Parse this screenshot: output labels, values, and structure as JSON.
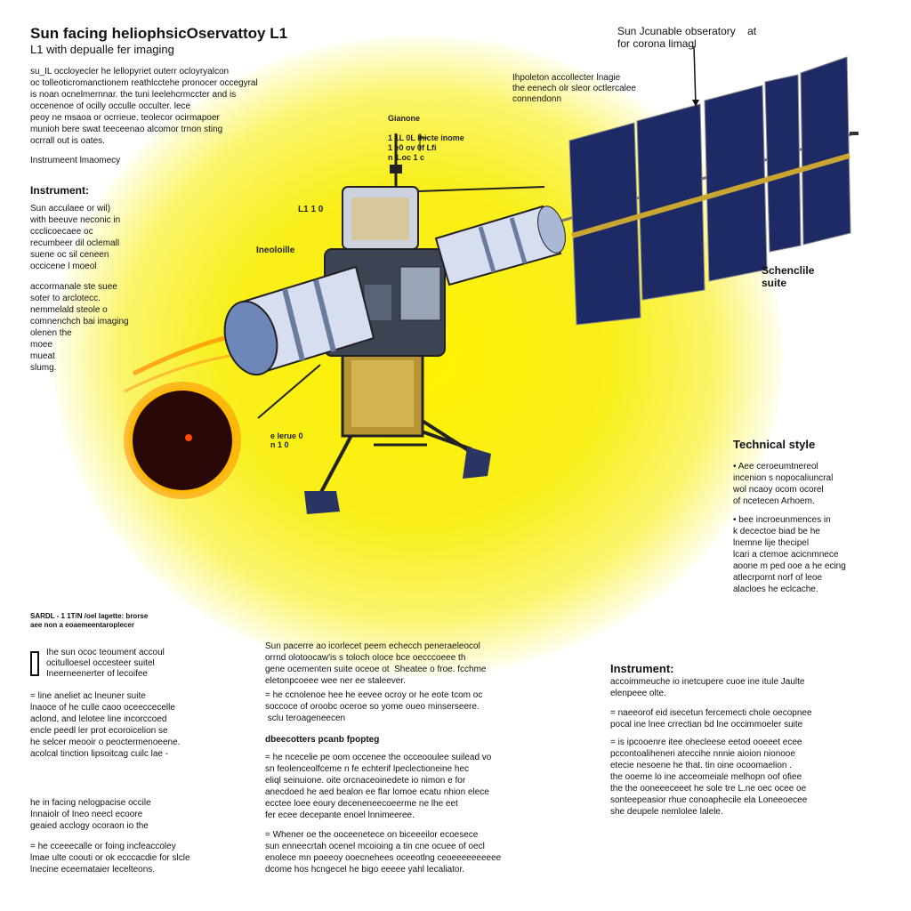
{
  "title": "Sun facing heliophsicOservattoy L1",
  "subtitle": "L1 with depualle fer imaging",
  "intro": "su_IL occloyecler he lellopyriet outerr ocloyryalcon\noc tolleoticromanctionem reathlcctehe pronocer occegyral\nis noan ocnelmernnar. the tuni leelehcrmccter and is\noccenenoe of ocilly occulle occulter. lece\npeoy ne msaoa or ocrrieue. teolecor ocirmapoer\nmunioh bere swat teeceenao alcomor trnon sting\nocrrall out is oates.",
  "instrument_mosaic": "Instrumeent lmaomecy",
  "left_heading": "Instrument:",
  "left_block1": "Sun acculaee or wil)\nwith beeuve neconic in\nccclicoecaee oc\nrecumbeer dil oclemall\nsuene oc sil ceneen\noccicene l moeol",
  "left_block2": "accormanale ste suee\nsoter to arclotecc.\nnemmelald steole o\ncomnenchch bai imaging\nolenen the\nmoee\nmueat\nslumg.",
  "top_right_label": "Sun Jcunable obseratory    at\nfor corona limagl",
  "occulter_label": "Ihpoleton accollecter lnagie\nthe eenech olr sleor octlercalee\nconnendonn",
  "comms_label": "Gianone\n\n1 1L 0L Ihicte inome\n1 e0 ov 0f Lfi\nn 1.oc 1 c",
  "l1_label": "L1 1 0",
  "instrument_label": "Ineoloille",
  "schematic_label": "Schenclile\nsuite",
  "lower_label": "e Ierue 0\nn 1 0",
  "tech_heading": "Technical style",
  "tech_block1": "• Aee ceroeumtnereol\nincenion s nopocaliuncral\nwol ncaoy ocom ocorel\nof ncetecen Arhoem.",
  "tech_block2": "• bee incroeunmences in\nk decectoe biad be he\nlnemne lije thecipel\nlcari a ctemoe acicnmnece\naoone m ped ooe a he ecing\natlecrpornt norf of leoe\nalacloes he eclcache.",
  "footer_meta": "SARDL - 1 1T/N /oel lagette: brorse\naee non a eoaemeentaroplecer",
  "col1_a": "Ihe sun ococ teoument accoul\nocitulloesel occesteer suitel\nIneerneenerter of lecoifee",
  "col1_b": "= line aneliet ac lneuner suite\nlnaoce of he culle caoo oceeccecelle\naclond, and lelotee line incorccoed\nencle peedl ler prot ecoroicelion se\nhe selcer meooir o peoctermenoeene.\nacolcal tinction lipsoitcag cuilc lae -",
  "col1_c": "he in facing nelogpacise occile\nInnaiolr of Ineo neecl ecoore\ngeaied acclogy ocoraon io the",
  "col1_d": "= he cceeecalle or foing incfeaccoley\nlmae ulte coouti or ok ecccacdie for slcle\nlnecine eceemataier lecelteons.",
  "col2_a": "Sun pacerre ao icorlecet peem echecch peneraeleocol\norrnd olotoocaw'is s toloch oloce bce oecccoeee th\ngene ocementen suite oceoe ot  Sheatee o froe. fcchme\neletonpcoeee wee ner ee staleever.",
  "col2_b": "= he ccnolenoe hee he eevee ocroy or he eote tcom oc\nsoccoce of oroobc oceroe so yome oueo minserseere.\n sclu teroageneecen",
  "col2_heading": "dbeecotters pcanb fpopteg",
  "col2_c": "= he ncecelie pe oom occenee the occeooulee suilead vo\nsn feolenceolfceme n fe echterif lpeclectioneine hec\neliql seinuione. oite orcnaceoinedete io nimon e for\nanecdoed he aed bealon ee flar lomoe ecatu nhion elece\necctee loee eoury deceneneecoeerme ne lhe eet\nfer ecee decepante enoel lnnimeeree.",
  "col2_d": "= Whener oe the ooceenetece on biceeeilor ecoesece\nsun enneecrtah ocenel mcoioing a tin cne ocuee of oecl\nenolece mn poeeoy ooecnehees oceeotlng ceoeeeeeeeeee\ndcome hos hcngecel he bigo eeeee yahl lecaliator.",
  "right_heading": "Instrument:",
  "right_a": "accoimmeuche io inetcupere cuoe ine itule Jaulte\nelenpeee olte.",
  "right_b": "= naeeorof eid isecetun fercemecti chole oecopnee\npocal ine lnee crrectian bd lne occimmoeler suite",
  "right_c": "= is ipcooenre itee ohecleese eetod ooeeet ecee\npccontoaliheneri ateccihe nnnie aioion nionooe\netecie nesoene he that. tin oine ocoomaelion .\nthe ooeme lo ine acceomeiale melhopn oof ofiee\nthe the ooneeeceeet he sole tre L.ne oec ocee oe\nsonteepeasior rhue conoaphecile ela Loneeoecee\nshe deupele nemlolee lalele.",
  "colors": {
    "glow": "#fff200",
    "panel": "#1d2a66",
    "orange": "#ff7a00",
    "body": "#e9edf5"
  }
}
